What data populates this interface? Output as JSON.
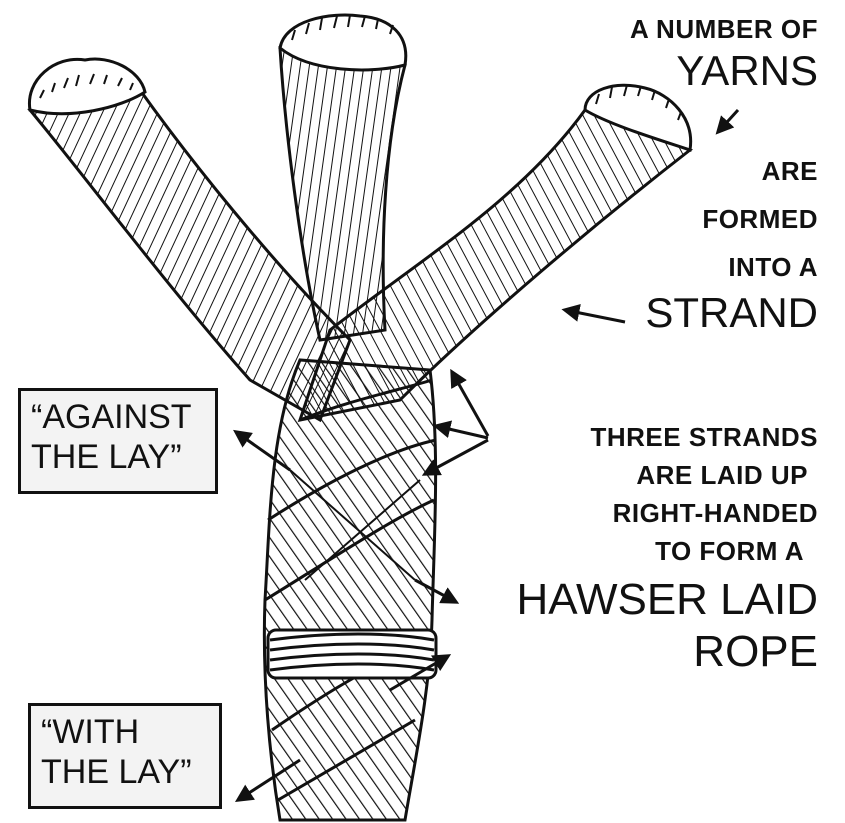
{
  "labels": {
    "yarns_line1": "A NUMBER OF",
    "yarns_line2": "YARNS",
    "formed_line1": "ARE",
    "formed_line2": "FORMED",
    "formed_line3": "INTO A",
    "strand": "STRAND",
    "three_line1": "THREE STRANDS",
    "three_line2": "ARE LAID UP",
    "three_line3": "RIGHT-HANDED",
    "three_line4": "TO FORM A",
    "hawser_line1": "HAWSER LAID",
    "hawser_line2": "ROPE"
  },
  "against_box": {
    "line1": "“AGAINST",
    "line2": "THE LAY”"
  },
  "with_box": {
    "line1": "“WITH",
    "line2": "THE LAY”"
  },
  "colors": {
    "ink": "#111111",
    "paper": "#ffffff",
    "box_fill": "#f3f3f3"
  }
}
